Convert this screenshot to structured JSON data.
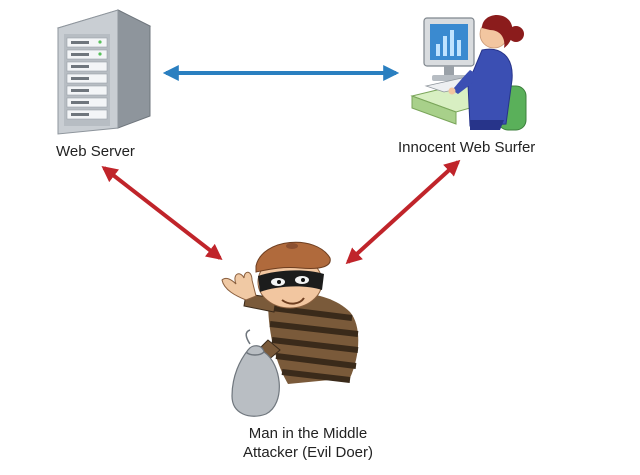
{
  "nodes": {
    "server": {
      "label": "Web Server",
      "icon": "server-tower-icon"
    },
    "surfer": {
      "label": "Innocent Web Surfer",
      "icon": "computer-user-icon"
    },
    "attacker": {
      "label_line1": "Man in the Middle",
      "label_line2": "Attacker (Evil Doer)",
      "icon": "burglar-icon"
    }
  },
  "edges": [
    {
      "from": "server",
      "to": "surfer",
      "style": "bidirectional",
      "color": "#2a7fc0"
    },
    {
      "from": "server",
      "to": "attacker",
      "style": "bidirectional",
      "color": "#c0242a"
    },
    {
      "from": "surfer",
      "to": "attacker",
      "style": "bidirectional",
      "color": "#c0242a"
    }
  ],
  "colors": {
    "legit_link": "#2a7fc0",
    "attack_link": "#c0242a",
    "background": "#ffffff"
  }
}
